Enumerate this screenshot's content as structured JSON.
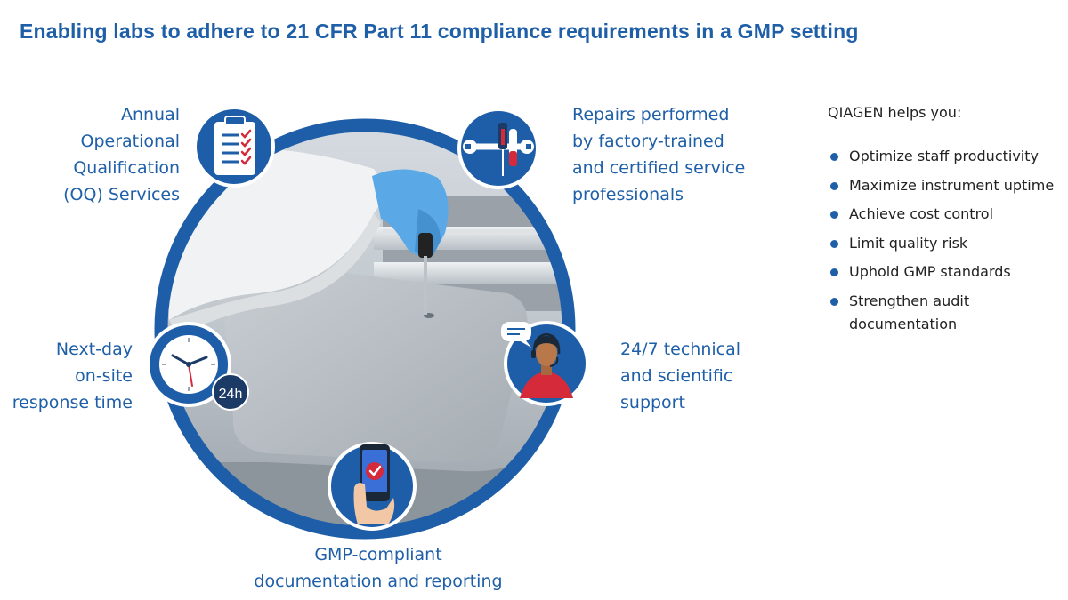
{
  "title": "Enabling labs to adhere to 21 CFR Part 11 compliance requirements in a GMP setting",
  "services": {
    "oq": [
      "Annual",
      "Operational",
      "Qualification",
      "(OQ) Services"
    ],
    "repairs": [
      "Repairs performed",
      "by factory-trained",
      "and certified service",
      "professionals"
    ],
    "nextday": [
      "Next-day",
      "on-site",
      "response time"
    ],
    "support": [
      "24/7 technical",
      "and scientific",
      "support"
    ],
    "gmp": [
      "GMP-compliant",
      "documentation and reporting"
    ]
  },
  "clock_badge": "24h",
  "helps": {
    "title": "QIAGEN helps you:",
    "items": [
      "Optimize staff productivity",
      "Maximize instrument uptime",
      "Achieve cost control",
      "Limit quality risk",
      "Uphold GMP standards",
      "Strengthen audit",
      "documentation"
    ]
  },
  "colors": {
    "brand_blue": "#1f5fa8",
    "ring_blue": "#1e5ea8",
    "accent_red": "#d42a3a"
  },
  "icons": [
    "clipboard-checklist-icon",
    "tools-icon",
    "clock-icon",
    "support-agent-icon",
    "phone-check-icon"
  ]
}
